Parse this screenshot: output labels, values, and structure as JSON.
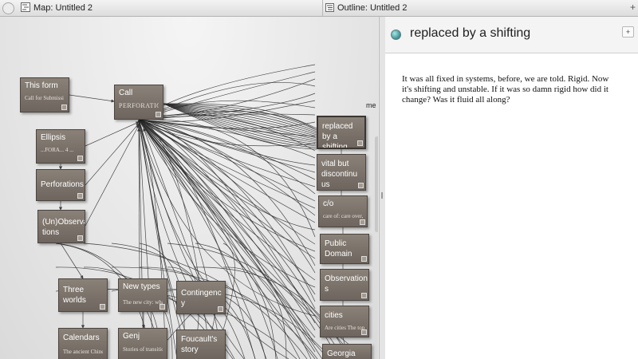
{
  "tabs": {
    "map_label": "Map: Untitled 2",
    "outline_label": "Outline: Untitled 2",
    "plus": "+"
  },
  "map": {
    "stray_label": "me",
    "notes": {
      "this_form": {
        "title": "This form",
        "subtitle": "Call for Submissi"
      },
      "call": {
        "title": "Call",
        "subtitle": "PERFORATIO"
      },
      "ellipsis": {
        "title": "Ellipsis",
        "subtitle": "...FORA... 4 ..."
      },
      "perforations": {
        "title": "Perforations"
      },
      "unobservations": {
        "title": "(Un)Observa tions"
      },
      "three_worlds": {
        "title": "Three worlds"
      },
      "new_types": {
        "title": "New types",
        "subtitle": "The new city: what i"
      },
      "contingency": {
        "title": "Contingenc y"
      },
      "calendars": {
        "title": "Calendars",
        "subtitle": "The ancient Chinese"
      },
      "genj": {
        "title": "Genj",
        "subtitle": "Stories of transition"
      },
      "foucaults_story": {
        "title": "Foucault's story"
      },
      "replaced": {
        "title": "replaced by a shifting"
      },
      "vital": {
        "title": "vital but discontinu us"
      },
      "co": {
        "title": "c/o",
        "subtitle": "care of: care over, ca"
      },
      "public_domain": {
        "title": "Public Domain"
      },
      "observations": {
        "title": "Observation s"
      },
      "cities": {
        "title": "cities",
        "subtitle": "Are cities The topic"
      },
      "georgia": {
        "title": "Georgia"
      }
    }
  },
  "outline": {
    "title": "replaced by a shifting",
    "add_label": "+",
    "body": "It was all fixed in systems, before, we are told.  Rigid.  Now it's shifting and unstable.  If it was so damn rigid how did it change? Was it fluid all along?"
  },
  "colors": {
    "note_fill": "#776f68",
    "link": "#2a2a2a",
    "bullet": "#3e8d92",
    "outline_bg": "#ffffff"
  }
}
